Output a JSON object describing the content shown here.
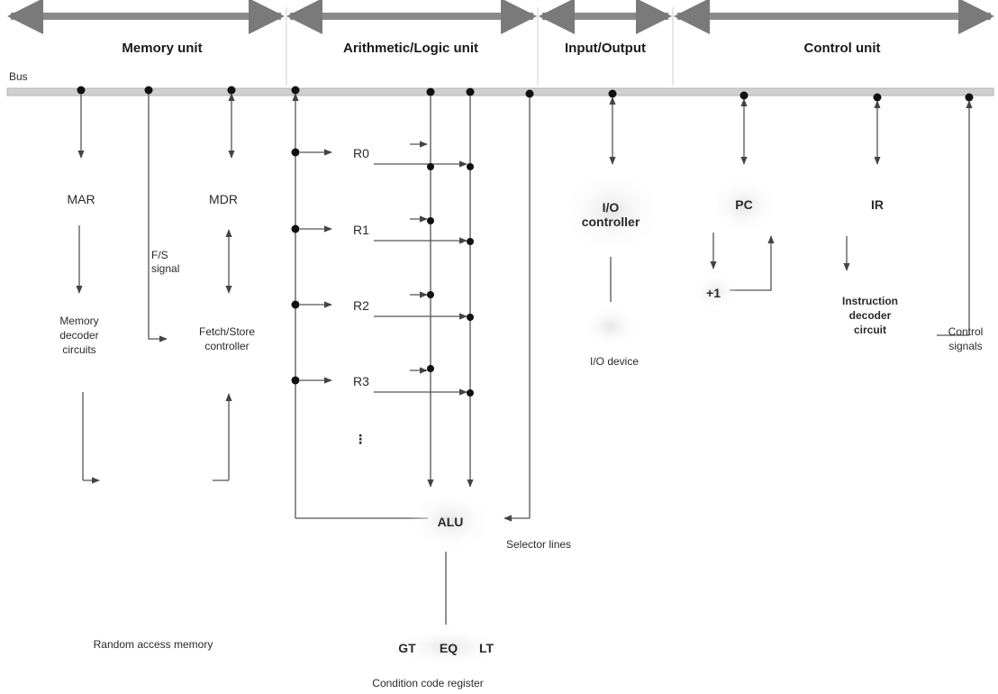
{
  "sections": [
    {
      "id": "memory",
      "label": "Memory unit"
    },
    {
      "id": "alu",
      "label": "Arithmetic/Logic unit"
    },
    {
      "id": "io",
      "label": "Input/Output"
    },
    {
      "id": "control",
      "label": "Control unit"
    }
  ],
  "bus_label": "Bus",
  "memory_unit": {
    "mar": "MAR",
    "mdr": "MDR",
    "fs_signal": [
      "F/S",
      "signal"
    ],
    "decoder": [
      "Memory",
      "decoder",
      "circuits"
    ],
    "fetch_store": [
      "Fetch/Store",
      "controller"
    ],
    "ram": "Random access memory"
  },
  "alu_unit": {
    "registers": [
      "R0",
      "R1",
      "R2",
      "R3"
    ],
    "ellipsis": "⋮",
    "alu": "ALU",
    "selector_lines": "Selector lines",
    "condition_codes": [
      "GT",
      "EQ",
      "LT"
    ],
    "ccr": "Condition code register"
  },
  "io_unit": {
    "controller": [
      "I/O",
      "controller"
    ],
    "device": "I/O device"
  },
  "control_unit": {
    "pc": "PC",
    "increment": "+1",
    "ir": "IR",
    "decoder": [
      "Instruction",
      "decoder",
      "circuit"
    ],
    "signals": [
      "Control",
      "signals"
    ]
  },
  "colors": {
    "header_band": "#8a8a8a",
    "bus": "#b5b5b5",
    "lines": "#555555",
    "dots": "#111111"
  }
}
